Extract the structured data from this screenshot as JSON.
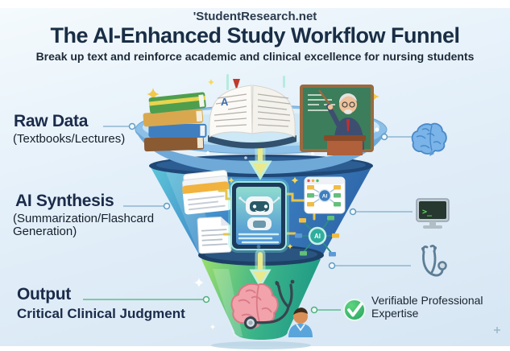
{
  "header": {
    "site": "'StudentResearch.net",
    "title": "The AI-Enhanced Study Workflow Funnel",
    "subtitle": "Break up text and reinforce academic and clinical excellence for nursing students"
  },
  "stages": [
    {
      "label": "Raw Data",
      "sublabel": "(Textbooks/Lectures)"
    },
    {
      "label": "AI Synthesis",
      "sublabel": "(Summarization/Flashcard Generation)"
    },
    {
      "label": "Output",
      "sublabel": "Critical Clinical Judgment"
    }
  ],
  "badge": {
    "text": "Verifiable Professional Expertise"
  },
  "funnel": {
    "ai_label": "AI",
    "book_letter": "A",
    "terminal_prompt": ">_"
  },
  "decorations": {
    "top_items": [
      "books-icon",
      "open-book-icon",
      "teacher-chalkboard-icon"
    ],
    "middle_items": [
      "flashcards-icon",
      "document-icon",
      "ai-robot-tablet-icon",
      "ai-mindmap-icon",
      "ai-network-icon"
    ],
    "bottom_items": [
      "brain-icon",
      "stethoscope-icon",
      "nurse-icon"
    ],
    "right_rail": [
      "blue-brain-icon",
      "terminal-icon",
      "stethoscope-outline-icon",
      "check-icon"
    ]
  },
  "colors": {
    "title": "#192e45",
    "funnel_top": "#8cc0e8",
    "funnel_middle": "#3f87c9",
    "funnel_bottom": "#3cb489",
    "check_green": "#35b56a",
    "connector_blue": "#8fb6d0",
    "connector_green": "#5fbd8f"
  }
}
